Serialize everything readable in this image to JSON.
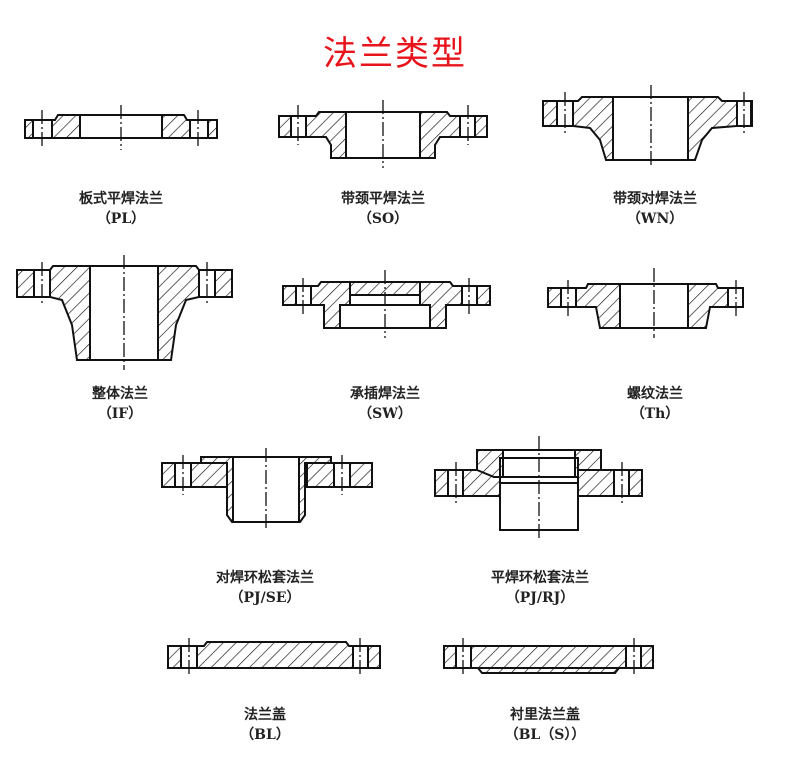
{
  "title": "法兰类型",
  "flanges": [
    {
      "name": "板式平焊法兰",
      "code": "（PL）"
    },
    {
      "name": "带颈平焊法兰",
      "code": "（SO）"
    },
    {
      "name": "带颈对焊法兰",
      "code": "（WN）"
    },
    {
      "name": "整体法兰",
      "code": "（IF）"
    },
    {
      "name": "承插焊法兰",
      "code": "（SW）"
    },
    {
      "name": "螺纹法兰",
      "code": "（Th）"
    },
    {
      "name": "对焊环松套法兰",
      "code": "（PJ/SE）"
    },
    {
      "name": "平焊环松套法兰",
      "code": "（PJ/RJ）"
    },
    {
      "name": "法兰盖",
      "code": "（BL）"
    },
    {
      "name": "衬里法兰盖",
      "code": "（BL（S））"
    }
  ],
  "colors": {
    "title": "#e8141b",
    "line": "#111111"
  }
}
